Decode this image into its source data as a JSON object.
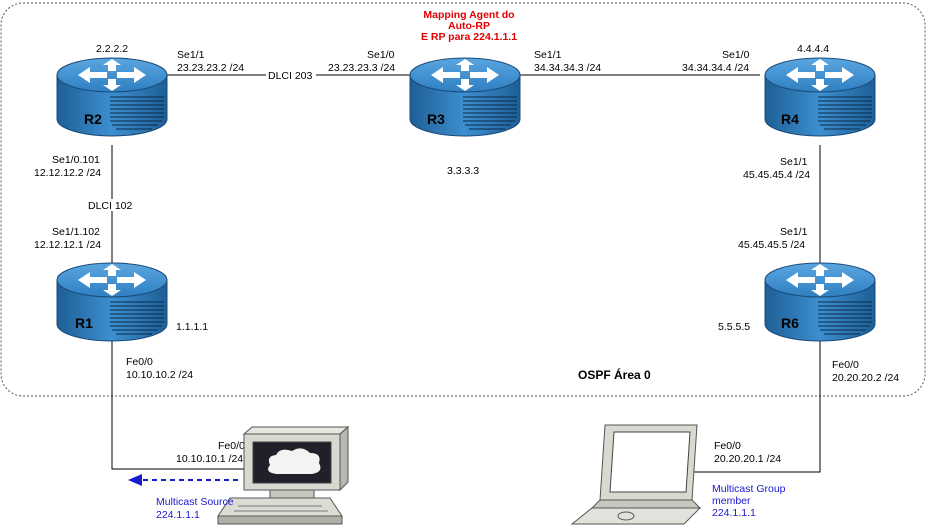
{
  "title": [
    "Mapping Agent do",
    "Auto-RP",
    "E RP para 224.1.1.1"
  ],
  "area_label": "OSPF Área 0",
  "colors": {
    "title": "#e00000",
    "host_text": "#1a1ad0",
    "router_top": "#3a8fd0",
    "router_body": "#2a6fa8"
  },
  "routers": {
    "r2": {
      "name": "R2",
      "loopback": "2.2.2.2"
    },
    "r3": {
      "name": "R3",
      "loopback": "3.3.3.3"
    },
    "r4": {
      "name": "R4",
      "loopback": "4.4.4.4"
    },
    "r1": {
      "name": "R1",
      "loopback": "1.1.1.1"
    },
    "r6": {
      "name": "R6",
      "loopback": "5.5.5.5"
    }
  },
  "links": {
    "r2_r3": {
      "r2_if": "Se1/1",
      "r2_ip": "23.23.23.2 /24",
      "dlci": "DLCI 203",
      "r3_if": "Se1/0",
      "r3_ip": "23.23.23.3 /24"
    },
    "r3_r4": {
      "r3_if": "Se1/1",
      "r3_ip": "34.34.34.3 /24",
      "r4_if": "Se1/0",
      "r4_ip": "34.34.34.4 /24"
    },
    "r2_r1": {
      "r2_if": "Se1/0.101",
      "r2_ip": "12.12.12.2 /24",
      "dlci": "DLCI 102",
      "r1_if": "Se1/1.102",
      "r1_ip": "12.12.12.1 /24"
    },
    "r4_r6": {
      "r4_if": "Se1/1",
      "r4_ip": "45.45.45.4 /24",
      "r6_if": "Se1/1",
      "r6_ip": "45.45.45.5 /24"
    },
    "r1_pc": {
      "r1_if": "Fe0/0",
      "r1_ip": "10.10.10.2 /24",
      "pc_if": "Fe0/0",
      "pc_ip": "10.10.10.1 /24"
    },
    "r6_laptop": {
      "r6_if": "Fe0/0",
      "r6_ip": "20.20.20.2 /24",
      "lt_if": "Fe0/0",
      "lt_ip": "20.20.20.1 /24"
    }
  },
  "hosts": {
    "source": {
      "line1": "Multicast Source",
      "line2": "224.1.1.1"
    },
    "member": {
      "line1": "Multicast Group",
      "line2": "member",
      "line3": "224.1.1.1"
    }
  }
}
